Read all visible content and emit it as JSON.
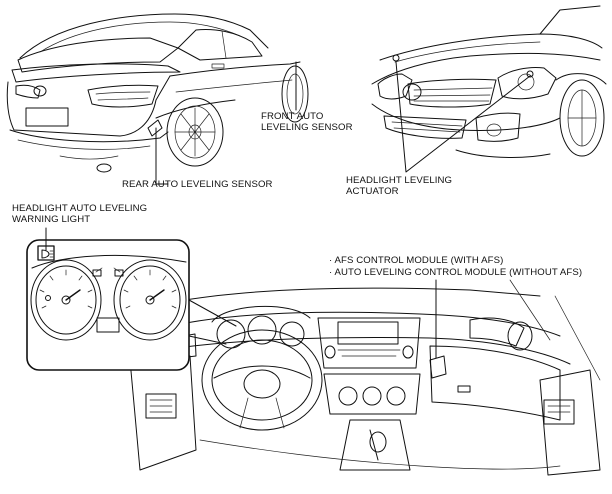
{
  "labels": {
    "front_sensor": [
      "FRONT AUTO",
      "LEVELING SENSOR"
    ],
    "rear_sensor": "REAR AUTO LEVELING SENSOR",
    "actuator": [
      "HEADLIGHT LEVELING",
      "ACTUATOR"
    ],
    "warning_light": [
      "HEADLIGHT AUTO LEVELING",
      "WARNING LIGHT"
    ],
    "afs_module": "· AFS CONTROL MODULE (WITH AFS)",
    "leveling_module": "· AUTO LEVELING CONTROL MODULE (WITHOUT AFS)"
  }
}
